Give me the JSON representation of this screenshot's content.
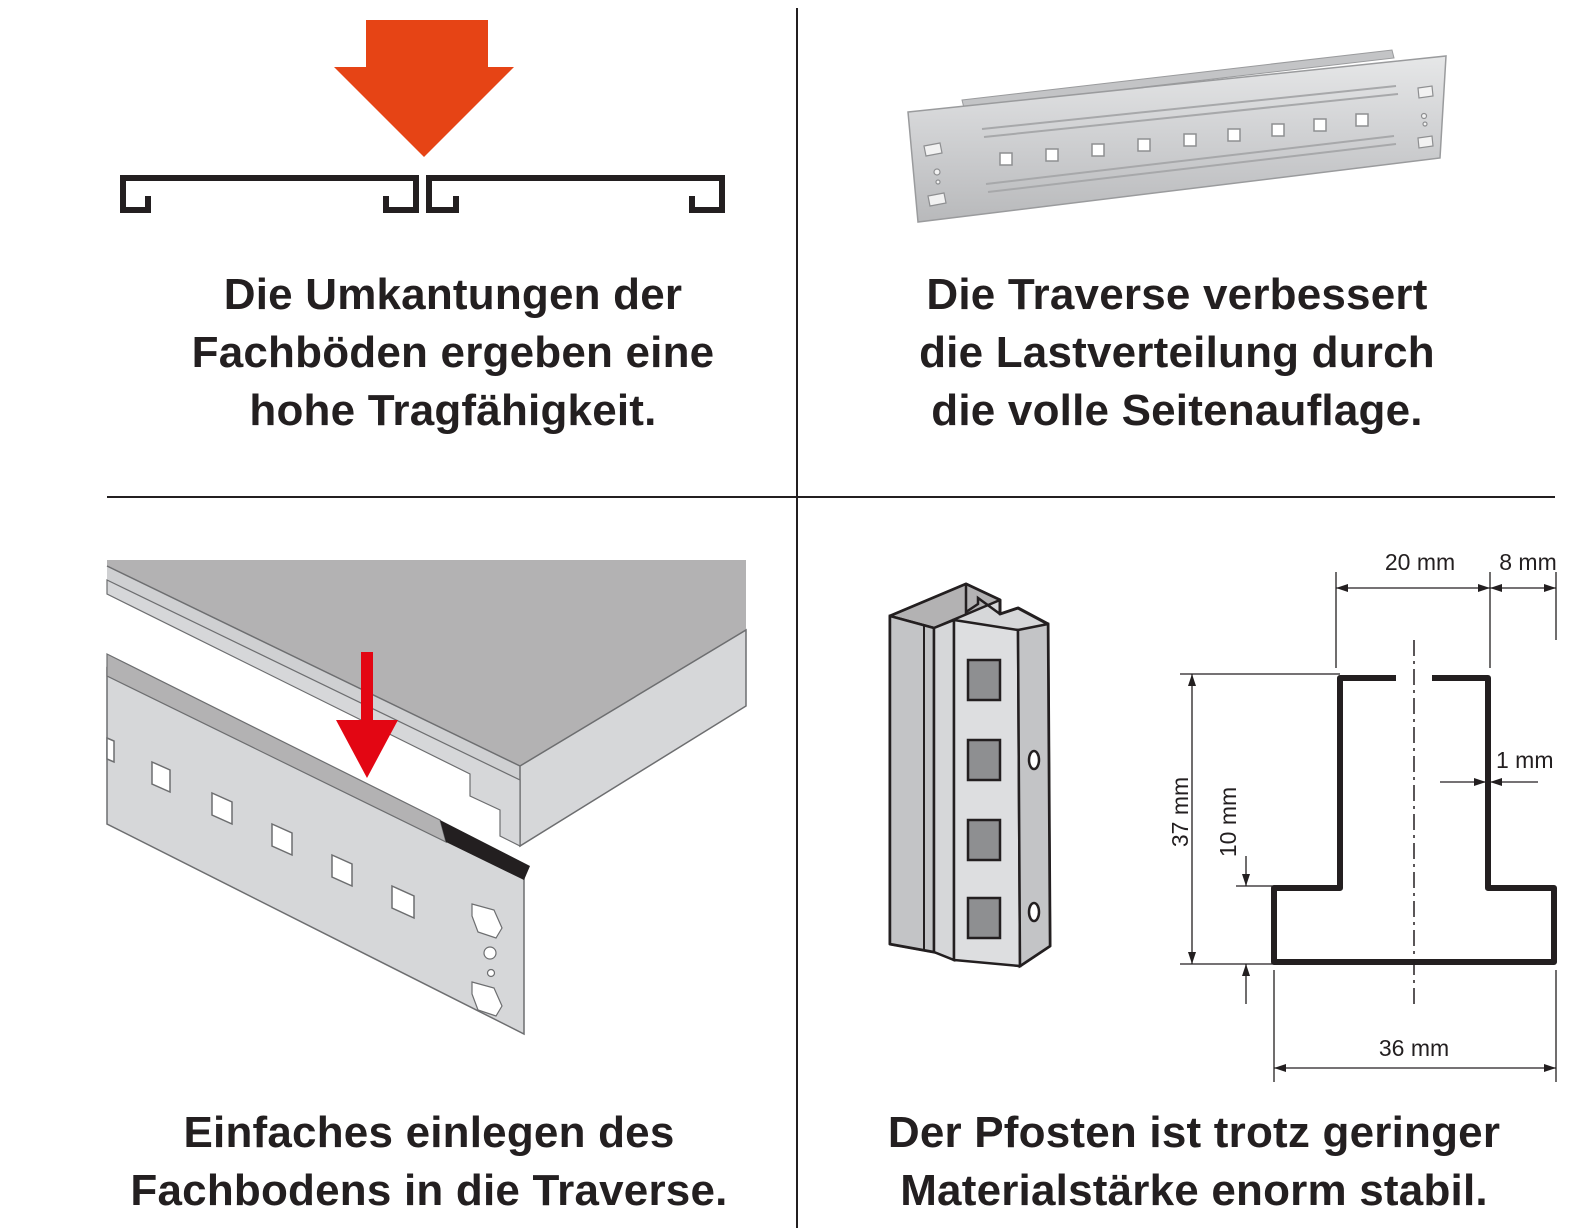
{
  "colors": {
    "arrow_orange": "#e64415",
    "arrow_red": "#e30613",
    "ink": "#231f20",
    "steel_light": "#d6d7d9",
    "steel_mid": "#b3b2b3",
    "steel_dark": "#8e8f91"
  },
  "panels": {
    "top_left": {
      "caption": [
        "Die Umkantungen der",
        "Fachböden ergeben eine",
        "hohe Tragfähigkeit."
      ],
      "icon": "down-arrow-icon"
    },
    "top_right": {
      "caption": [
        "Die Traverse verbessert",
        "die Lastverteilung durch",
        "die volle Seitenauflage."
      ]
    },
    "bottom_left": {
      "caption": [
        "Einfaches einlegen des",
        "Fachbodens in die Traverse."
      ],
      "icon": "down-arrow-icon"
    },
    "bottom_right": {
      "caption": [
        "Der Pfosten ist trotz geringer",
        "Materialstärke enorm stabil."
      ],
      "dimensions": {
        "width_top": "20 mm",
        "lip": "8 mm",
        "thickness": "1 mm",
        "height": "37 mm",
        "foot_height": "10 mm",
        "width_bottom": "36 mm"
      }
    }
  }
}
